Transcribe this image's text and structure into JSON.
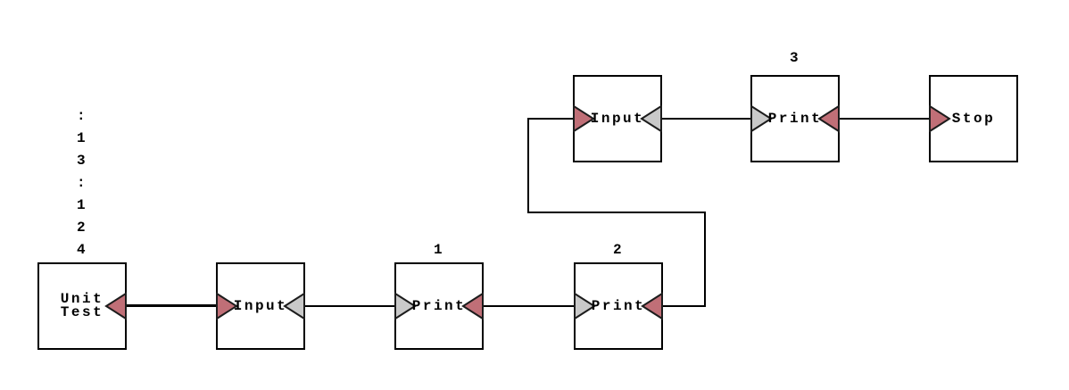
{
  "diagram": {
    "stack": {
      "values": [
        ":",
        "1",
        "3",
        ":",
        "1",
        "2",
        "4"
      ]
    },
    "nodes": [
      {
        "id": "unit-test",
        "label": "Unit Test",
        "label_lines": [
          "Unit",
          "Test"
        ],
        "number": "",
        "left_port": "none",
        "right_port": "red"
      },
      {
        "id": "input-1",
        "label": "Input",
        "number": "",
        "left_port": "red",
        "right_port": "gray"
      },
      {
        "id": "print-1",
        "label": "Print",
        "number": "1",
        "left_port": "gray",
        "right_port": "red"
      },
      {
        "id": "print-2",
        "label": "Print",
        "number": "2",
        "left_port": "gray",
        "right_port": "red"
      },
      {
        "id": "input-2",
        "label": "Input",
        "number": "",
        "left_port": "red",
        "right_port": "gray"
      },
      {
        "id": "print-3",
        "label": "Print",
        "number": "3",
        "left_port": "gray",
        "right_port": "red"
      },
      {
        "id": "stop",
        "label": "Stop",
        "number": "",
        "left_port": "red",
        "right_port": "none"
      }
    ],
    "colors": {
      "port_red": "#c06f77",
      "port_gray": "#c9c9c9",
      "port_outline": "#1c1c1c",
      "wire": "#000000",
      "node_border": "#000000",
      "node_fill": "#ffffff",
      "background": "#ffffff"
    }
  }
}
